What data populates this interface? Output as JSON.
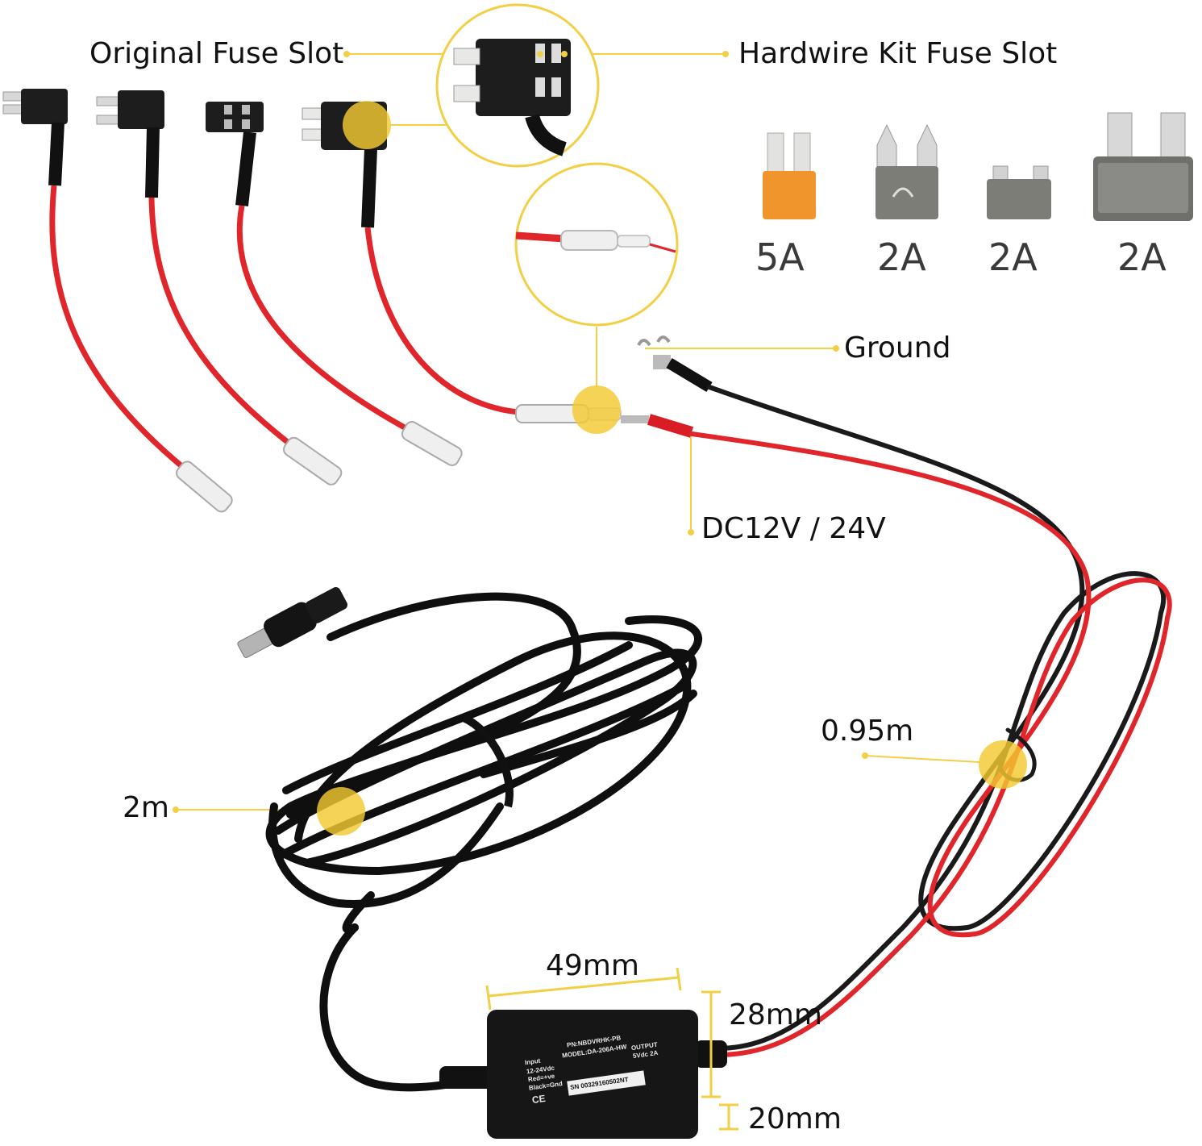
{
  "labels": {
    "original_fuse_slot": "Original Fuse Slot",
    "hardwire_kit_fuse_slot": "Hardwire Kit Fuse Slot",
    "ground": "Ground",
    "dc_voltage": "DC12V / 24V",
    "short_cable_length": "0.95m",
    "long_cable_length": "2m",
    "box_length": "49mm",
    "box_height": "28mm",
    "box_depth": "20mm"
  },
  "fuses": [
    {
      "rating": "5A",
      "color": "#f0952c"
    },
    {
      "rating": "2A",
      "color": "#7d7d78"
    },
    {
      "rating": "2A",
      "color": "#7d7d78"
    },
    {
      "rating": "2A",
      "color": "#7d7d78"
    }
  ],
  "converter_box": {
    "pn": "PN:NBDVRHK-PB",
    "model": "MODEL:DA-206A-HW",
    "output_title": "OUTPUT",
    "output_value": "5Vdc 2A",
    "input_title": "Input",
    "input_value": "12-24Vdc",
    "red": "Red=+ve",
    "black": "Black=Gnd",
    "ce": "CE",
    "serial": "SN 00329160502NT"
  },
  "colors": {
    "callout": "#f3cf45",
    "red_wire": "#e0262b",
    "black_wire": "#1a1a1a",
    "background": "#ffffff"
  }
}
